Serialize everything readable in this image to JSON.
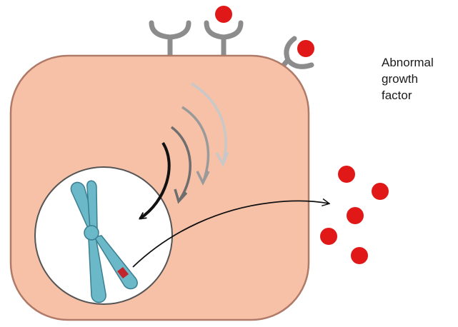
{
  "label": {
    "lines": [
      "Abnormal",
      "growth",
      "factor"
    ]
  },
  "colors": {
    "cell_fill": "#f7c1a8",
    "cell_stroke": "#b07a68",
    "nucleus_fill": "#ffffff",
    "nucleus_stroke": "#555555",
    "chromosome": "#6bb8c9",
    "chromosome_stroke": "#3a7e90",
    "mutation_band": "#c0262c",
    "receptor": "#8c8c8c",
    "growth_factor": "#e01818",
    "signal_arrows": [
      "#c8c8c8",
      "#9a9a9a",
      "#6e6e6e",
      "#111111"
    ]
  },
  "elements": {
    "receptor_count": 3,
    "bound_receptor_count": 2,
    "free_growth_factor_count": 5,
    "signal_arrow_count": 4
  }
}
